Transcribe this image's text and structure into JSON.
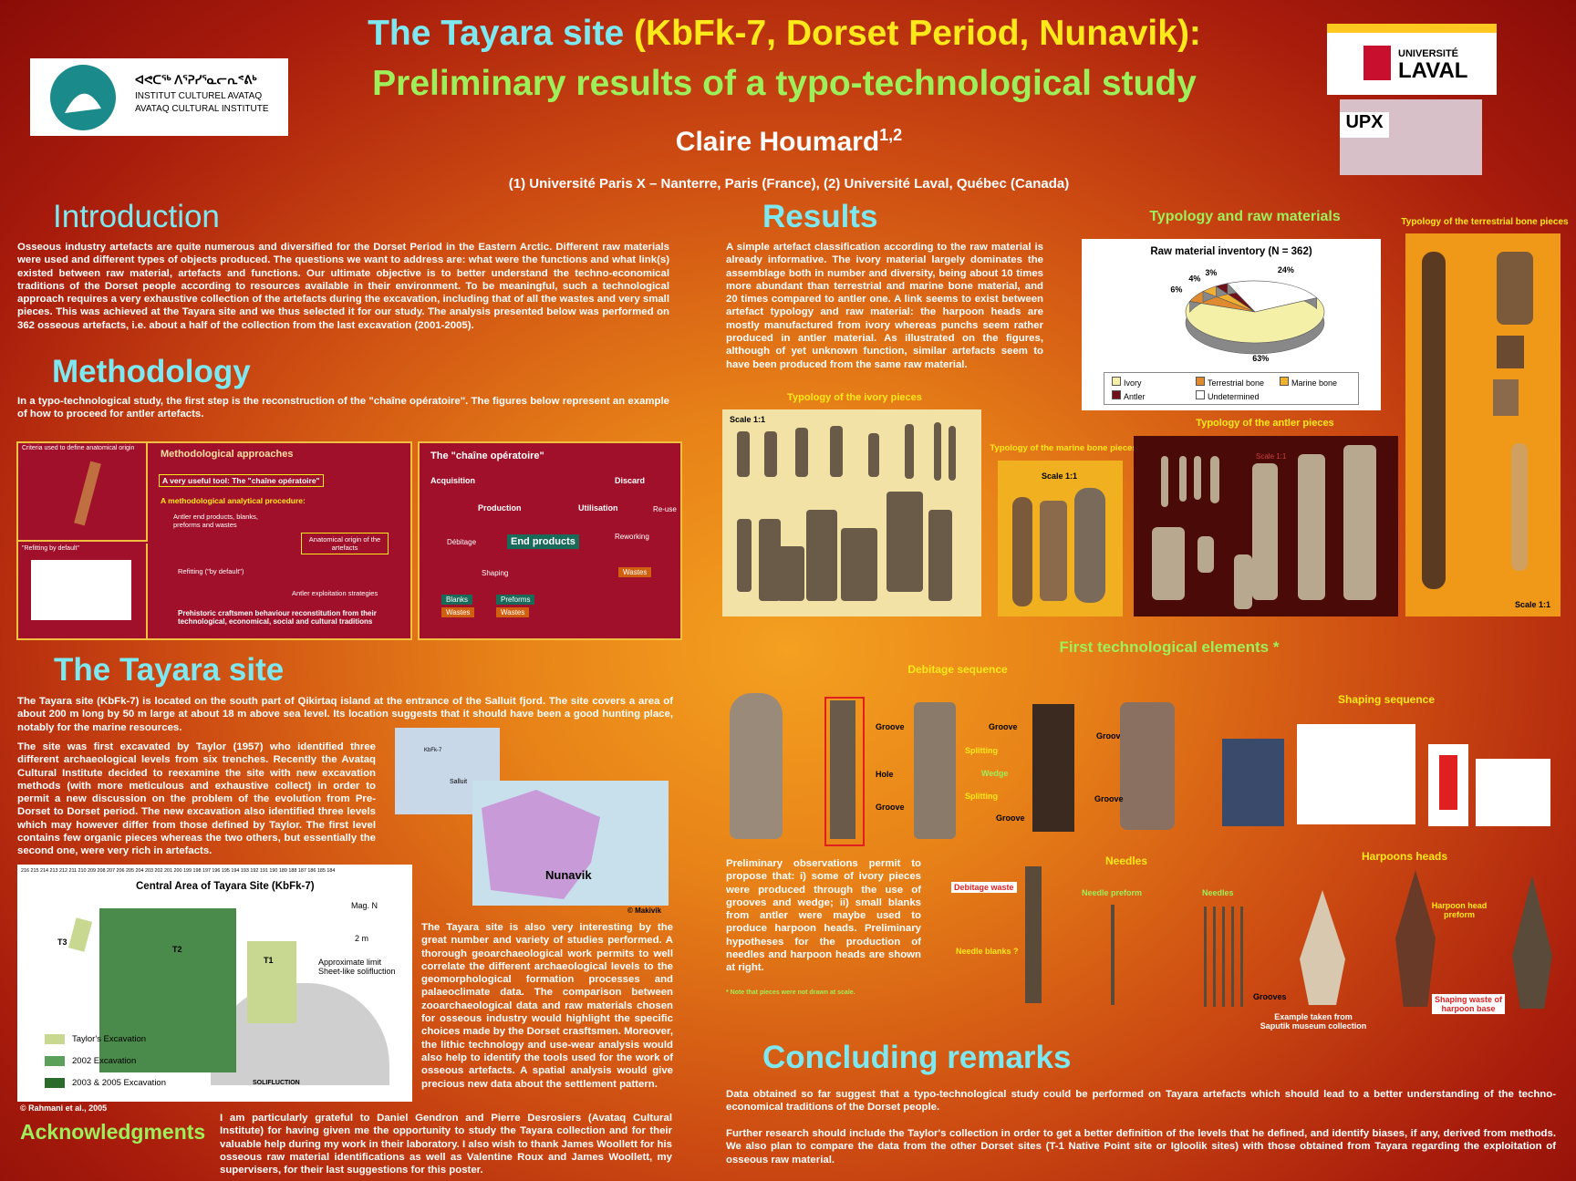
{
  "header": {
    "title_part1": "The Tayara site",
    "title_part2": " (KbFk-7, Dorset Period, Nunavik):",
    "subtitle": "Preliminary results of a typo-technological study",
    "author": "Claire Houmard",
    "author_sup": "1,2",
    "affiliations": "(1) Université Paris X – Nanterre, Paris (France), (2) Université Laval, Québec (Canada)"
  },
  "logos": {
    "avataq_line1": "ᐊᕙᑕᖅ ᐱᕐᕈᓯᕐᓇᓕᕆᕝᕕᒃ",
    "avataq_line2": "INSTITUT CULTUREL AVATAQ",
    "avataq_line3": "AVATAQ CULTURAL INSTITUTE",
    "laval_line1": "UNIVERSITÉ",
    "laval_line2": "LAVAL",
    "upx": "UPX"
  },
  "introduction": {
    "heading": "Introduction",
    "text": "Osseous industry artefacts are quite numerous and diversified for the Dorset Period in the Eastern Arctic. Different raw materials were used and different types of objects produced. The questions we want to address are: what were the functions and what link(s) existed between raw material, artefacts and functions. Our ultimate objective is to better understand the techno-economical traditions of the Dorset people according to resources available in their environment. To be meaningful, such a technological approach requires a very exhaustive collection of the artefacts during the excavation, including that of all the wastes and very small pieces. This was achieved at the Tayara site and we thus selected it for our study. The analysis presented below was performed on 362 osseous artefacts, i.e. about a half of the collection from the last excavation (2001-2005)."
  },
  "methodology": {
    "heading": "Methodology",
    "text": "In a typo-technological study, the first step is the reconstruction of the \"chaîne opératoire\". The figures below represent an example of how to proceed for antler artefacts.",
    "panel_left_title": "Methodological approaches",
    "criteria": "Criteria used to define anatomical origin",
    "refitting": "\"Refitting by default\"",
    "tool": "A very useful tool: The \"chaîne opératoire\"",
    "procedure": "A methodological analytical procedure:",
    "antler_products": "Antler end products, blanks, preforms and wastes",
    "anatomical": "Anatomical origin of the artefacts",
    "refit_default": "Refitting (\"by default\")",
    "exploitation": "Antler exploitation strategies",
    "behaviour": "Prehistoric craftsmen behaviour reconstitution from their technological, economical, social and cultural traditions",
    "chaine_title": "The \"chaîne opératoire\"",
    "acquisition": "Acquisition",
    "production": "Production",
    "debitage": "Débitage",
    "shaping": "Shaping",
    "end_products": "End products",
    "blanks": "Blanks",
    "preforms": "Preforms",
    "wastes": "Wastes",
    "utilisation": "Utilisation",
    "discard": "Discard",
    "reuse": "Re-use",
    "reworking": "Reworking"
  },
  "tayara": {
    "heading": "The Tayara site",
    "text1": "The Tayara site (KbFk-7) is located on the south part of Qikirtaq island at the entrance of the Salluit fjord. The site covers a area of about 200 m long by 50 m large at about 18 m above sea level. Its location suggests that it should have been a good hunting place, notably for the marine resources.",
    "text2": "The site was first excavated by Taylor (1957) who identified three different archaeological levels from six trenches. Recently the Avataq Cultural Institute decided to reexamine the site with new excavation methods (with more meticulous and exhaustive collect) in order to permit a new discussion on the problem of the evolution from Pre-Dorset to Dorset period. The new excavation also identified three levels which may however differ from those defined by Taylor. The first level contains few organic pieces whereas the two others, but essentially the second one, were very rich in artefacts.",
    "text3": "The Tayara site is also very interesting by the great number and variety of studies performed. A thorough geoarchaeological work permits to well correlate the different archaeological levels to the geomorphological formation processes and palaeoclimate data. The comparison between zooarchaeological data and raw materials chosen for osseous industry would highlight the specific choices made by the Dorset crasftsmen. Moreover, the lithic technology and use-wear analysis would also help to identify the tools used for the work of osseous artefacts. A spatial analysis would give precious new data about the settlement pattern.",
    "map_title": "Central Area of Tayara Site (KbFk-7)",
    "map_north": "Mag. N",
    "map_scale": "2 m",
    "t1": "T1",
    "t2": "T2",
    "t3": "T3",
    "limit": "Approximate limit Sheet-like solifluction",
    "solifluction": "SOLIFLUCTION",
    "legend": [
      "Taylor's Excavation",
      "2002 Excavation",
      "2003 & 2005 Excavation"
    ],
    "credit_map": "© Rahmani et al., 2005",
    "nunavik": "Nunavik",
    "kbfk": "KbFk-7",
    "salluit": "Salluit",
    "credit_makivik": "© Makivik",
    "grid_top": "216 215 214 213 212 211 210 209 208 207 206 205 204 203 202 201 200 199 198 197 196 195 194 193 192 191 190 189 188 187 186 185 184"
  },
  "acknowledgments": {
    "heading": "Acknowledgments",
    "text": "I am particularly grateful to Daniel Gendron and Pierre Desrosiers (Avataq Cultural Institute) for having given me the opportunity to study the Tayara collection and for their valuable help during my work in their laboratory. I also wish to thank James Woollett for his osseous raw material identifications as well as Valentine Roux and James Woollett, my supervisers, for their last suggestions for this poster."
  },
  "results": {
    "heading": "Results",
    "typology_title": "Typology and raw materials",
    "text": "A simple artefact classification according to the raw material is already informative. The ivory material largely dominates the assemblage both in number and diversity, being about 10 times more abundant than terrestrial and marine bone material, and 20 times compared to antler one. A link seems to exist between artefact typology and raw material: the harpoon heads are mostly manufactured from ivory whereas punchs seem rather produced in antler material. As illustrated on the figures, although of yet unknown function, similar artefacts seem to have been produced from the same raw material.",
    "ivory_title": "Typology of the ivory pieces",
    "marine_title": "Typology of the marine bone pieces",
    "antler_title": "Typology of the antler pieces",
    "terrestrial_title": "Typology of the terrestrial bone pieces",
    "scale": "Scale 1:1",
    "tech_title": "First technological elements *",
    "debitage_seq": "Debitage sequence",
    "shaping_seq": "Shaping sequence",
    "groove": "Groove",
    "hole": "Hole",
    "splitting": "Splitting",
    "wedge": "Wedge",
    "tech_text": "Preliminary observations permit to propose that: i) some of ivory pieces were produced through the use of grooves and wedge; ii) small blanks from antler were maybe used to produce harpoon heads. Preliminary hypotheses for the production of needles and harpoon heads are shown at right.",
    "note": "* Note that pieces were not drawn at scale.",
    "needles_title": "Needles",
    "debitage_waste": "Debitage waste",
    "needle_blanks": "Needle blanks ?",
    "needle_preform": "Needle preform",
    "needles": "Needles",
    "harpoons_title": "Harpoons heads",
    "harpoon_preform": "Harpoon head preform",
    "grooves": "Grooves",
    "example": "Example taken from Saputik museum collection",
    "shaping_waste": "Shaping waste of harpoon base"
  },
  "concluding": {
    "heading": "Concluding remarks",
    "p1": "Data obtained so far suggest that a typo-technological study could be performed on Tayara artefacts which should lead to a better understanding of the techno-economical traditions of the Dorset people.",
    "p2": "Further research should include the Taylor's collection in order to get a better definition of the levels that he defined, and identify biases, if any, derived from methods. We also plan to compare the data from the other Dorset sites (T-1 Native Point site or Igloolik sites) with those obtained from Tayara regarding the exploitation of osseous raw material."
  },
  "chart_data": {
    "type": "pie",
    "title": "Raw material inventory (N = 362)",
    "categories": [
      "Ivory",
      "Terrestrial bone",
      "Marine bone",
      "Antler",
      "Undetermined"
    ],
    "values": [
      63,
      6,
      4,
      3,
      24
    ],
    "labels": [
      "63%",
      "6%",
      "4%",
      "3%",
      "24%"
    ],
    "colors": [
      "#f4f0a8",
      "#e08a30",
      "#f0b030",
      "#701018",
      "#ffffff"
    ],
    "legend_position": "bottom"
  }
}
